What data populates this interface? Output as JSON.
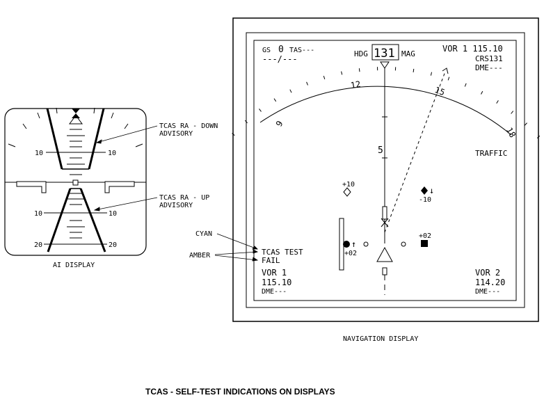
{
  "ai_display": {
    "title": "AI DISPLAY",
    "pitch_upper": [
      "10",
      "10"
    ],
    "pitch_lower_10": [
      "10",
      "10"
    ],
    "pitch_lower_20": [
      "20",
      "20"
    ]
  },
  "nav_display": {
    "title": "NAVIGATION DISPLAY",
    "gs_label": "GS",
    "gs_value": "0",
    "tas_label": "TAS---",
    "wind": "---/---",
    "hdg_label": "HDG",
    "hdg_value": "131",
    "mag_label": "MAG",
    "vor1_header": "VOR 1 115.10",
    "crs": "CRS131",
    "dme_top": "DME---",
    "compass_labels": [
      "9",
      "12",
      "15",
      "18"
    ],
    "range_mark": "5",
    "traffic_label": "TRAFFIC",
    "intruders": [
      {
        "symbol": "open-diamond",
        "altitude": "+10",
        "arrow": ""
      },
      {
        "symbol": "filled-diamond",
        "altitude": "-10",
        "arrow": "↓"
      },
      {
        "symbol": "filled-circle",
        "altitude": "+02",
        "arrow": "↑"
      },
      {
        "symbol": "filled-square",
        "altitude": "+02",
        "arrow": ""
      }
    ],
    "tcas_test": "TCAS TEST",
    "fail": "FAIL",
    "vor1_label": "VOR 1",
    "vor1_freq": "115.10",
    "vor1_dme": "DME---",
    "vor2_label": "VOR 2",
    "vor2_freq": "114.20",
    "vor2_dme": "DME---"
  },
  "callouts": {
    "ra_down": [
      "TCAS RA - DOWN",
      "ADVISORY"
    ],
    "ra_up": [
      "TCAS RA - UP",
      "ADVISORY"
    ],
    "cyan": "CYAN",
    "amber": "AMBER"
  },
  "caption": "TCAS - SELF-TEST INDICATIONS ON DISPLAYS"
}
